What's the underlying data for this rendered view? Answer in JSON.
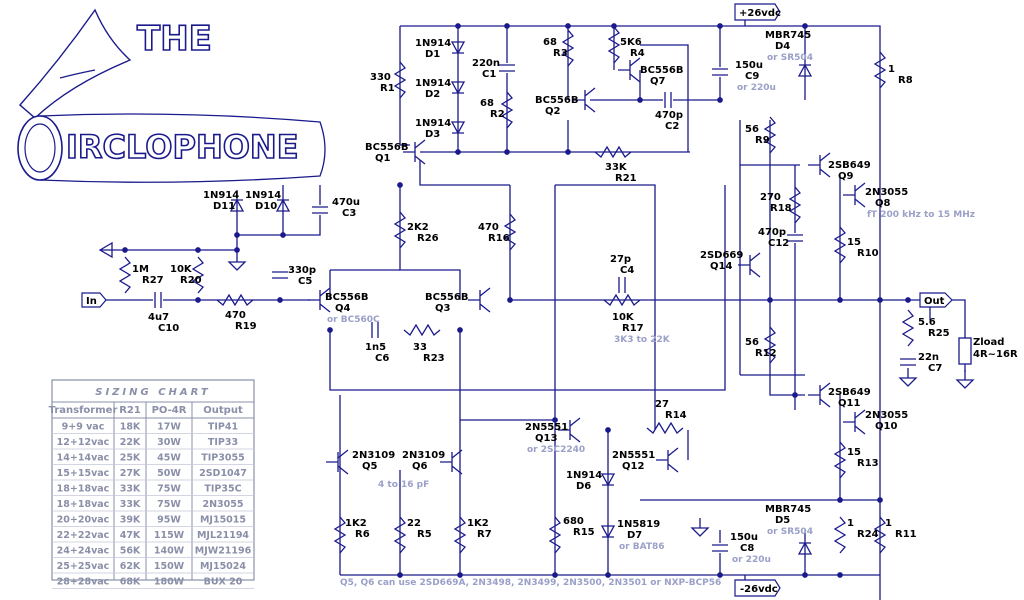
{
  "title": {
    "line1": "THE",
    "line2": "IRCLOPHONE"
  },
  "supply": {
    "pos": "+26vdc",
    "neg": "-26vdc"
  },
  "io": {
    "input": "In",
    "output": "Out",
    "load": [
      "Zload",
      "4R~16R"
    ]
  },
  "parts": [
    {
      "ref": "R1",
      "value": "330"
    },
    {
      "ref": "D1",
      "value": "1N914"
    },
    {
      "ref": "D2",
      "value": "1N914"
    },
    {
      "ref": "D3",
      "value": "1N914"
    },
    {
      "ref": "C1",
      "value": "220n"
    },
    {
      "ref": "R2",
      "value": "68"
    },
    {
      "ref": "R3",
      "value": "68"
    },
    {
      "ref": "R4",
      "value": "5K6"
    },
    {
      "ref": "Q7",
      "value": "BC556B"
    },
    {
      "ref": "Q2",
      "value": "BC556B"
    },
    {
      "ref": "C2",
      "value": "470p"
    },
    {
      "ref": "C9",
      "value": "150u",
      "alt": "or 220u"
    },
    {
      "ref": "D4",
      "value": "MBR745",
      "alt": "or SR504"
    },
    {
      "ref": "R8",
      "value": "1"
    },
    {
      "ref": "Q1",
      "value": "BC556B"
    },
    {
      "ref": "R21",
      "value": "33K"
    },
    {
      "ref": "R9",
      "value": "56"
    },
    {
      "ref": "Q9",
      "value": "2SB649"
    },
    {
      "ref": "D11",
      "value": "1N914"
    },
    {
      "ref": "D10",
      "value": "1N914"
    },
    {
      "ref": "C3",
      "value": "470u"
    },
    {
      "ref": "R18",
      "value": "270"
    },
    {
      "ref": "C12",
      "value": "470p"
    },
    {
      "ref": "Q8",
      "value": "2N3055",
      "alt": "fT 200 kHz to 15 MHz"
    },
    {
      "ref": "R26",
      "value": "2K2"
    },
    {
      "ref": "R16",
      "value": "470"
    },
    {
      "ref": "R10",
      "value": "15"
    },
    {
      "ref": "R27",
      "value": "1M"
    },
    {
      "ref": "R20",
      "value": "10K"
    },
    {
      "ref": "C5",
      "value": "330p"
    },
    {
      "ref": "Q14",
      "value": "2SD669"
    },
    {
      "ref": "C4",
      "value": "27p"
    },
    {
      "ref": "Q4",
      "value": "BC556B",
      "alt": "or BC560C"
    },
    {
      "ref": "Q3",
      "value": "BC556B"
    },
    {
      "ref": "C10",
      "value": "4u7"
    },
    {
      "ref": "R19",
      "value": "470"
    },
    {
      "ref": "R17",
      "value": "10K",
      "alt": "3K3 to 22K"
    },
    {
      "ref": "R25",
      "value": "5.6"
    },
    {
      "ref": "C7",
      "value": "22n"
    },
    {
      "ref": "C6",
      "value": "1n5"
    },
    {
      "ref": "R23",
      "value": "33"
    },
    {
      "ref": "R12",
      "value": "56"
    },
    {
      "ref": "Q11",
      "value": "2SB649"
    },
    {
      "ref": "R14",
      "value": "27"
    },
    {
      "ref": "Q13",
      "value": "2N5551",
      "alt": "or 2SC2240"
    },
    {
      "ref": "Q10",
      "value": "2N3055"
    },
    {
      "ref": "Q5",
      "value": "2N3109"
    },
    {
      "ref": "Q6",
      "value": "2N3109"
    },
    {
      "ref": "Q12",
      "value": "2N5551"
    },
    {
      "ref": "D6",
      "value": "1N914"
    },
    {
      "ref": "R13",
      "value": "15"
    },
    {
      "ref": "D5",
      "value": "MBR745",
      "alt": "or SR504"
    },
    {
      "ref": "R6",
      "value": "1K2"
    },
    {
      "ref": "R5",
      "value": "22"
    },
    {
      "ref": "R7",
      "value": "1K2"
    },
    {
      "ref": "R15",
      "value": "680"
    },
    {
      "ref": "D7",
      "value": "1N5819",
      "alt": "or BAT86"
    },
    {
      "ref": "C8",
      "value": "150u",
      "alt": "or 220u"
    },
    {
      "ref": "R24",
      "value": "1"
    },
    {
      "ref": "R11",
      "value": "1"
    }
  ],
  "notes": {
    "cap_range": "4 to 16 pF",
    "footer": "Q5, Q6 can use 2SD669A, 2N3498, 2N3499, 2N3500, 2N3501 or NXP-BCP56"
  },
  "sizing_chart": {
    "title": "SIZING CHART",
    "headers": [
      "Transformer",
      "R21",
      "PO-4R",
      "Output"
    ],
    "rows": [
      [
        "9+9 vac",
        "18K",
        "17W",
        "TIP41"
      ],
      [
        "12+12vac",
        "22K",
        "30W",
        "TIP33"
      ],
      [
        "14+14vac",
        "25K",
        "45W",
        "TIP3055"
      ],
      [
        "15+15vac",
        "27K",
        "50W",
        "2SD1047"
      ],
      [
        "18+18vac",
        "33K",
        "75W",
        "TIP35C"
      ],
      [
        "18+18vac",
        "33K",
        "75W",
        "2N3055"
      ],
      [
        "20+20vac",
        "39K",
        "95W",
        "MJ15015"
      ],
      [
        "22+22vac",
        "47K",
        "115W",
        "MJL21194"
      ],
      [
        "24+24vac",
        "56K",
        "140W",
        "MJW21196"
      ],
      [
        "25+25vac",
        "62K",
        "150W",
        "MJ15024"
      ],
      [
        "28+28vac",
        "68K",
        "180W",
        "BUX 20"
      ]
    ]
  }
}
